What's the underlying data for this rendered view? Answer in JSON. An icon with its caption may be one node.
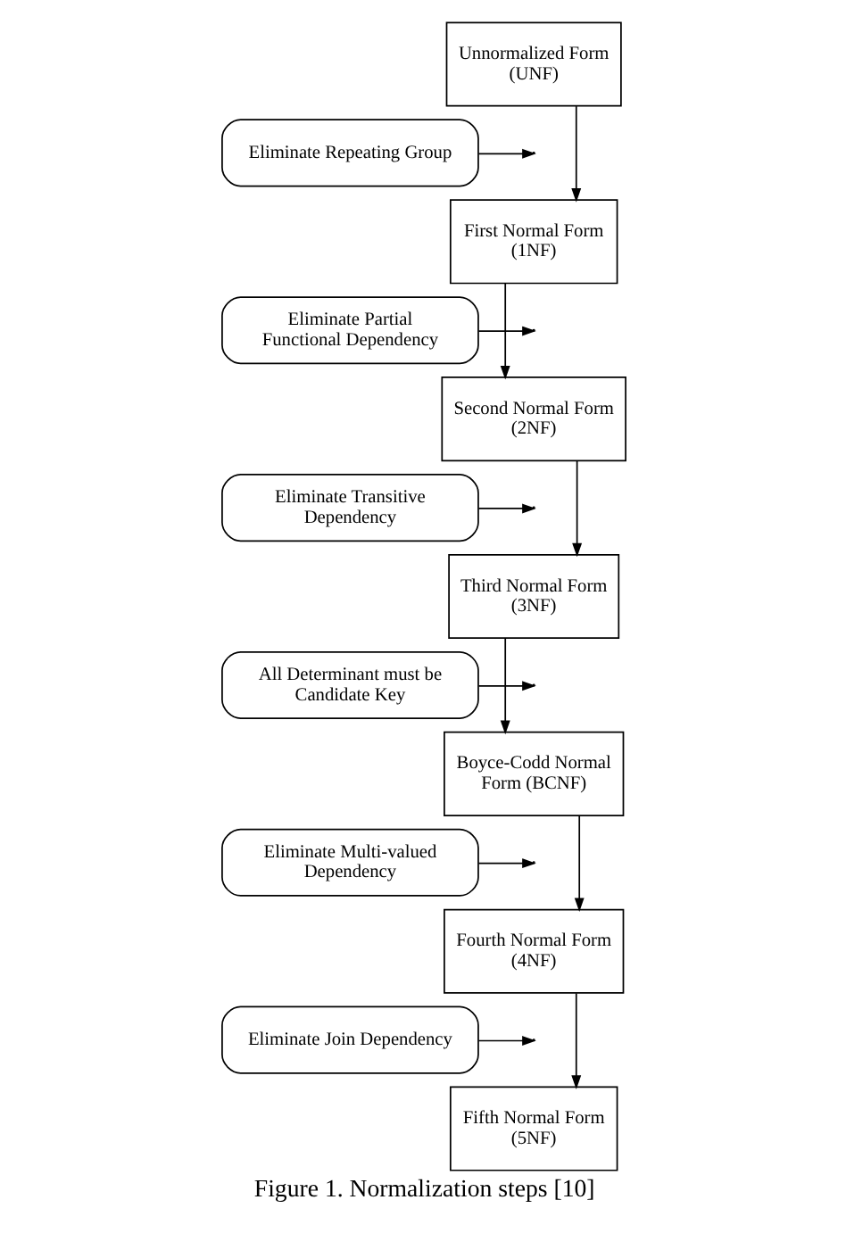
{
  "diagram": {
    "caption": "Figure 1. Normalization steps [10]",
    "nodes": [
      {
        "text": [
          "Unnormalized Form (UNF)"
        ]
      },
      {
        "text": [
          "Eliminate Repeating Group"
        ]
      },
      {
        "text": [
          "First Normal Form (1NF)"
        ]
      },
      {
        "text": [
          "Eliminate Partial Functional Dependency"
        ]
      },
      {
        "text": [
          "Second Normal Form (2NF)"
        ]
      },
      {
        "text": [
          "Eliminate Transitive Dependency"
        ]
      },
      {
        "text": [
          "Third Normal Form (3NF)"
        ]
      },
      {
        "text": [
          "All Determinant must be Candidate Key"
        ]
      },
      {
        "text": [
          "Boyce-Codd Normal Form (BCNF)"
        ]
      },
      {
        "text": [
          "Eliminate Multi-valued Dependency"
        ]
      },
      {
        "text": [
          "Fourth Normal Form (4NF)"
        ]
      },
      {
        "text": [
          "Eliminate Join Dependency"
        ]
      },
      {
        "text": [
          "Fifth Normal Form (5NF)"
        ]
      }
    ],
    "edges": [
      {
        "from": 0,
        "to": 2,
        "arrow": "to"
      },
      {
        "from": 1,
        "to": null,
        "arrow": "to"
      },
      {
        "from": 2,
        "to": 4,
        "arrow": "to"
      },
      {
        "from": 3,
        "to": null,
        "arrow": "to"
      },
      {
        "from": 4,
        "to": 6,
        "arrow": "to"
      },
      {
        "from": 5,
        "to": null,
        "arrow": "to"
      },
      {
        "from": 6,
        "to": 8,
        "arrow": "to"
      },
      {
        "from": 7,
        "to": null,
        "arrow": "to"
      },
      {
        "from": 8,
        "to": 10,
        "arrow": "to"
      },
      {
        "from": 9,
        "to": null,
        "arrow": "to"
      },
      {
        "from": 10,
        "to": 12,
        "arrow": "to"
      },
      {
        "from": 11,
        "to": null,
        "arrow": "to"
      }
    ]
  }
}
